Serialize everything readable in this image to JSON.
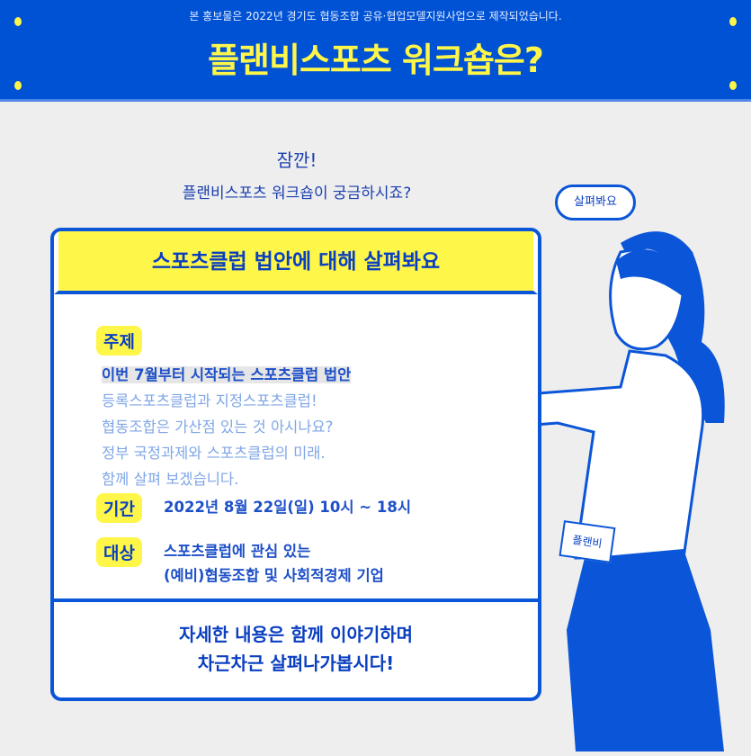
{
  "header": {
    "notice": "본 홍보물은 2022년 경기도 협동조합 공유·협업모델지원사업으로 제작되었습니다.",
    "title": "플랜비스포츠 워크숍은?"
  },
  "intro": {
    "line1": "잠깐!",
    "line2": "플랜비스포츠 워크숍이 궁금하시죠?"
  },
  "bubble": "살펴봐요",
  "badge": "플랜비",
  "card": {
    "heading": "스포츠클럽 법안에 대해 살펴봐요",
    "topic_label": "주제",
    "topic_lines": [
      "이번 7월부터 시작되는 스포츠클럽 법안",
      "등록스포츠클럽과 지정스포츠클럽!",
      "협동조합은 가산점 있는 것 아시나요?",
      "정부 국정과제와 스포츠클럽의 미래.",
      "함께 살펴 보겠습니다."
    ],
    "period_label": "기간",
    "period_value": "2022년 8월 22일(일) 10시 ~ 18시",
    "target_label": "대상",
    "target_lines": [
      "스포츠클럽에 관심 있는",
      "(예비)협동조합 및 사회적경제 기업"
    ],
    "footer_lines": [
      "자세한 내용은 함께 이야기하며",
      "차근차근 살펴나가봅시다!"
    ]
  },
  "colors": {
    "blue": "#0052d4",
    "yellow": "#fff64a",
    "bg": "#eeeeee"
  }
}
